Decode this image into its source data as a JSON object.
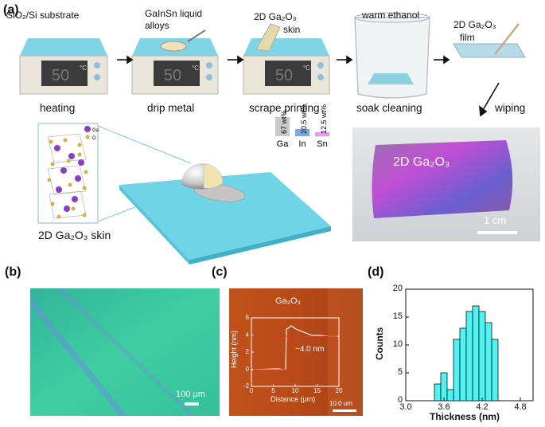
{
  "panels": {
    "a": "(a)",
    "b": "(b)",
    "c": "(c)",
    "d": "(d)"
  },
  "panel_a": {
    "substrate_label": "SiO₂/Si substrate",
    "liquid_label_1": "GaInSn liquid",
    "liquid_label_2": "alloys",
    "skin_label_1": "2D Ga₂O₃",
    "skin_label_2": "skin",
    "ethanol_label": "warm ethanol",
    "film_label_1": "2D Ga₂O₃",
    "film_label_2": "film",
    "display_value": "50",
    "display_unit": "°C",
    "steps": [
      "heating",
      "drip metal",
      "scrape printing",
      "soak cleaning",
      "wiping"
    ],
    "composition": [
      {
        "element": "Ga",
        "wt": "67 wt%",
        "value": 67,
        "color": "#c9c9c9"
      },
      {
        "element": "In",
        "wt": "20.5 wt%",
        "value": 20.5,
        "color": "#7ea7de"
      },
      {
        "element": "Sn",
        "wt": "12.5 wt%",
        "value": 12.5,
        "color": "#e59be6"
      }
    ],
    "crystal_legend_ga": "Ga",
    "crystal_legend_o": "O",
    "skin_caption": "2D Ga₂O₃ skin",
    "photo_label": "2D Ga₂O₃",
    "photo_scale": "1 cm"
  },
  "panel_b": {
    "scale_bar": "100 μm"
  },
  "panel_c": {
    "title": "Ga₂O₃",
    "xlabel": "Distance (μm)",
    "ylabel": "Height (nm)",
    "annotation": "~4.0 nm",
    "scale_bar": "10.0 um",
    "xticks": [
      "0",
      "5",
      "10",
      "15",
      "20"
    ],
    "yticks": [
      "-2",
      "0",
      "2",
      "4",
      "6"
    ]
  },
  "chart_data": {
    "type": "bar",
    "xlabel": "Thickness (nm)",
    "ylabel": "Counts",
    "xlim": [
      3.0,
      5.0
    ],
    "ylim": [
      0,
      20
    ],
    "xticks": [
      "3.0",
      "3.6",
      "4.2",
      "4.8"
    ],
    "yticks": [
      "0",
      "5",
      "10",
      "15",
      "20"
    ],
    "bin_width": 0.1,
    "bin_centers": [
      3.5,
      3.6,
      3.7,
      3.8,
      3.9,
      4.0,
      4.1,
      4.2,
      4.3,
      4.4
    ],
    "values": [
      3,
      5,
      2,
      11,
      13,
      16,
      17,
      16,
      14,
      11
    ],
    "bar_color": "#4ff3f3"
  },
  "colors": {
    "substrate": "#7fd4e6",
    "afm_bg": "#b84a18",
    "optical_bg": "#2fc09a"
  }
}
